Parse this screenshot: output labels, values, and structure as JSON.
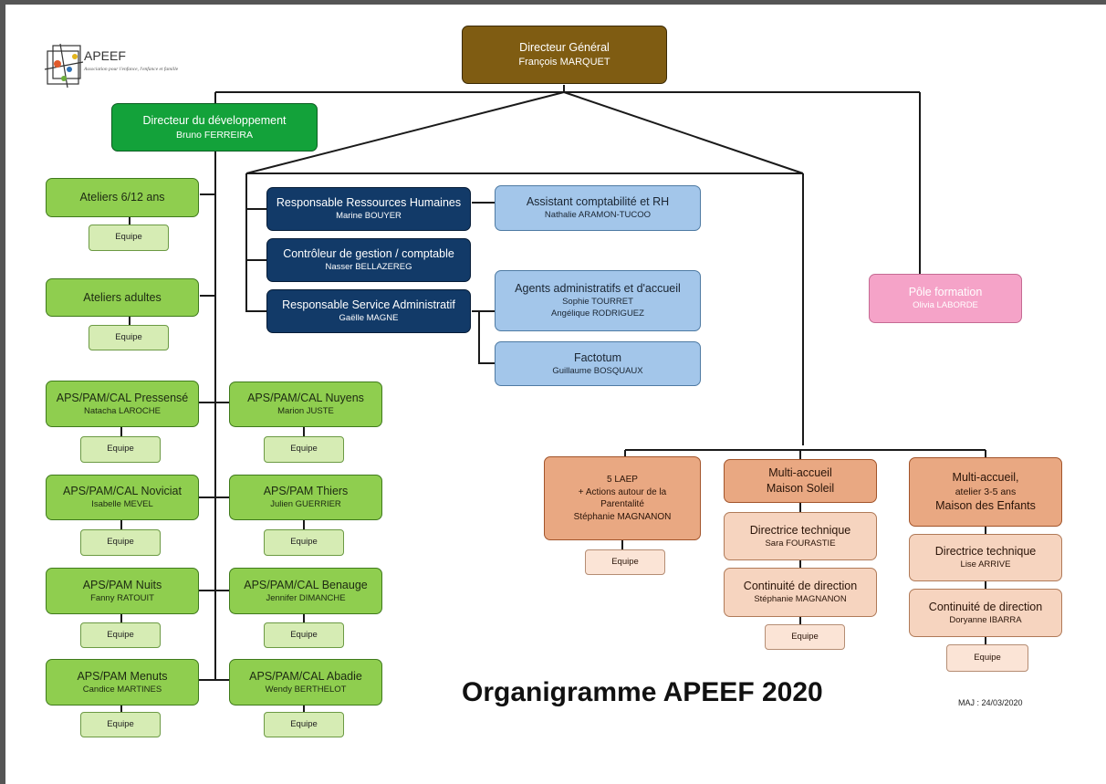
{
  "title": "Organigramme APEEF 2020",
  "maj": "MAJ : 24/03/2020",
  "logo": {
    "name": "APEEF",
    "tagline": "Association pour l'enfance, l'enfance et famille"
  },
  "direction": {
    "dg": {
      "title": "Directeur Général",
      "name": "François MARQUET"
    },
    "dev": {
      "title": "Directeur du développement",
      "name": "Bruno FERREIRA"
    }
  },
  "admin": {
    "rh": {
      "title": "Responsable Ressources  Humaines",
      "name": "Marine BOUYER"
    },
    "cg": {
      "title": "Contrôleur de gestion / comptable",
      "name": "Nasser BELLAZEREG"
    },
    "rsa": {
      "title": "Responsable Service Administratif",
      "name": "Gaëlle MAGNE"
    },
    "acrh": {
      "title": "Assistant comptabilité et RH",
      "name": "Nathalie ARAMON-TUCOO"
    },
    "agents": {
      "title": "Agents administratifs et d'accueil",
      "names": [
        "Sophie TOURRET",
        "Angélique RODRIGUEZ"
      ]
    },
    "factotum": {
      "title": "Factotum",
      "name": "Guillaume BOSQUAUX"
    }
  },
  "pole_formation": {
    "title": "Pôle formation",
    "name": "Olivia LABORDE"
  },
  "equipe_label": "Equipe",
  "ateliers": [
    {
      "title": "Ateliers 6/12 ans",
      "name": ""
    },
    {
      "title": "Ateliers adultes",
      "name": ""
    }
  ],
  "aps_left": [
    {
      "title": "APS/PAM/CAL Pressensé",
      "name": "Natacha LAROCHE"
    },
    {
      "title": "APS/PAM/CAL  Noviciat",
      "name": "Isabelle MEVEL"
    },
    {
      "title": "APS/PAM Nuits",
      "name": "Fanny RATOUIT"
    },
    {
      "title": "APS/PAM  Menuts",
      "name": "Candice MARTINES"
    }
  ],
  "aps_right": [
    {
      "title": "APS/PAM/CAL Nuyens",
      "name": "Marion JUSTE"
    },
    {
      "title": "APS/PAM  Thiers",
      "name": "Julien GUERRIER"
    },
    {
      "title": "APS/PAM/CAL Benauge",
      "name": "Jennifer DIMANCHE"
    },
    {
      "title": "APS/PAM/CAL Abadie",
      "name": "Wendy BERTHELOT"
    }
  ],
  "petite_enfance": {
    "laep": {
      "lines": [
        "5 LAEP",
        "+ Actions autour de la",
        "Parentalité"
      ],
      "name": "Stéphanie MAGNANON"
    },
    "soleil": {
      "lines": [
        "Multi-accueil",
        "Maison Soleil"
      ]
    },
    "soleil_dt": {
      "title": "Directrice technique",
      "name": "Sara FOURASTIE"
    },
    "soleil_cd": {
      "title": "Continuité de direction",
      "name": "Stéphanie MAGNANON"
    },
    "enfants": {
      "lines": [
        "Multi-accueil,",
        "atelier 3-5 ans",
        "Maison des Enfants"
      ]
    },
    "enfants_dt": {
      "title": "Directrice technique",
      "name": "Lise ARRIVE"
    },
    "enfants_cd": {
      "title": "Continuité de direction",
      "name": "Doryanne  IBARRA"
    }
  }
}
